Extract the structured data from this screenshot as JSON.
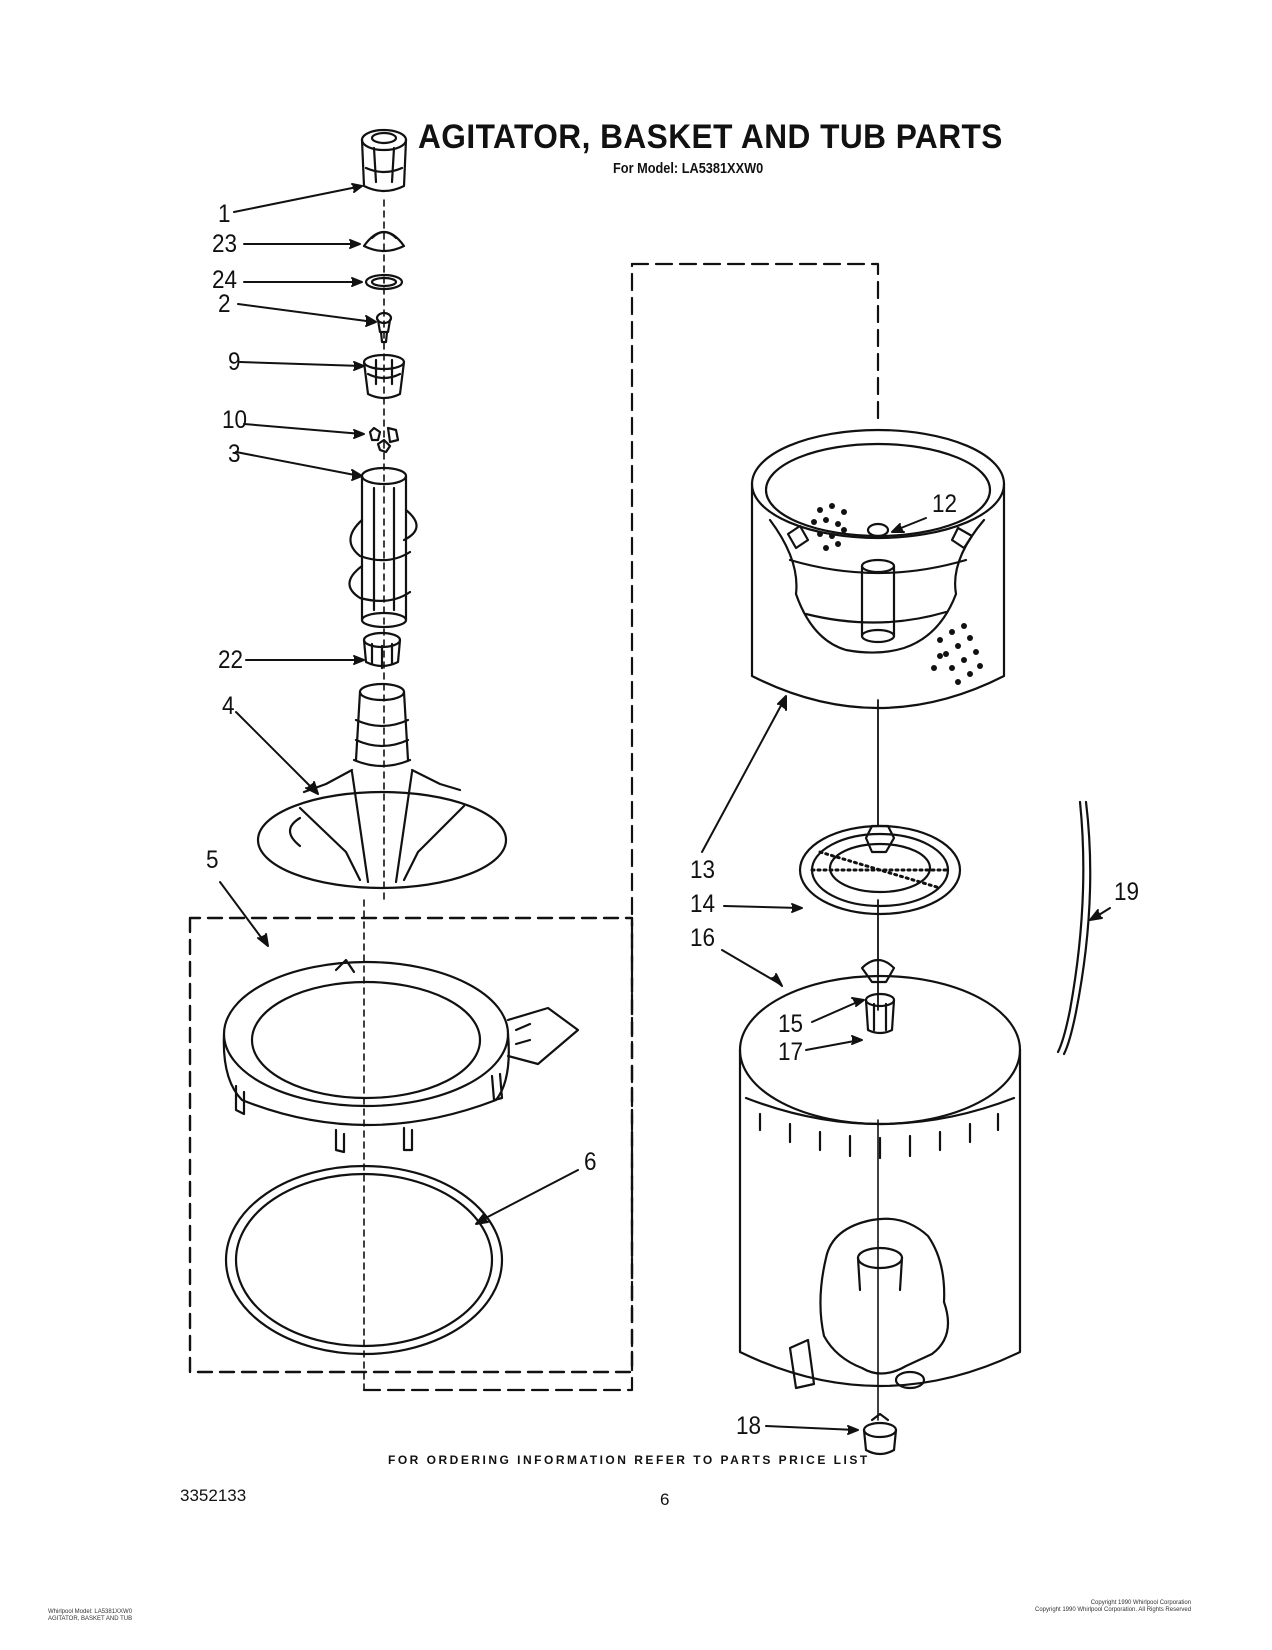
{
  "page": {
    "title": "AGITATOR, BASKET AND TUB PARTS",
    "subtitle": "For Model: LA5381XXW0",
    "footer_note": "FOR ORDERING INFORMATION REFER TO PARTS PRICE LIST",
    "doc_number": "3352133",
    "page_number": "6",
    "fine_print_left": [
      "Whirlpool Model: LA5381XXW0",
      "AGITATOR, BASKET AND TUB"
    ],
    "fine_print_right": [
      "Copyright 1990 Whirlpool Corporation",
      "Copyright 1990 Whirlpool Corporation. All Rights Reserved"
    ]
  },
  "callouts": [
    "1",
    "23",
    "24",
    "2",
    "9",
    "10",
    "3",
    "22",
    "4",
    "5",
    "6",
    "12",
    "13",
    "14",
    "16",
    "15",
    "17",
    "18",
    "19"
  ]
}
